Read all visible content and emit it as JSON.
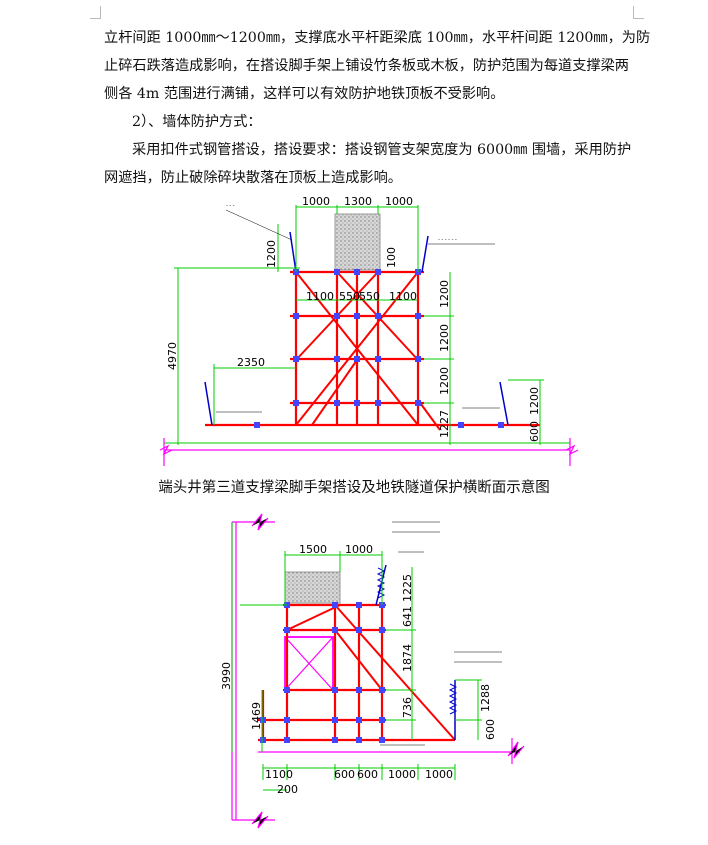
{
  "paragraphs": {
    "p1_line1": "立杆间距 1000㎜～1200㎜，支撑底水平杆距梁底 100㎜，水平杆间距 1200㎜，为防",
    "p1_line2": "止碎石跌落造成影响，在搭设脚手架上铺设竹条板或木板，防护范围为每道支撑梁两",
    "p1_line3": "侧各 4m 范围进行满铺，这样可以有效防护地铁顶板不受影响。",
    "heading2": "2）、墙体防护方式：",
    "p2_line1": "采用扣件式钢管搭设，搭设要求：搭设钢管支架宽度为 6000㎜ 围墙，采用防护",
    "p2_line2": "网遮挡，防止破除碎块散落在顶板上造成影响。"
  },
  "figure1": {
    "caption": "端头井第三道支撑梁脚手架搭设及地铁隧道保护横断面示意图",
    "dims": {
      "top": [
        "1000",
        "1300",
        "1000"
      ],
      "mid": [
        "1100",
        "550",
        "550",
        "1100"
      ],
      "left_h": "1200",
      "beam_gap": "100",
      "right_stack": [
        "1200",
        "1200",
        "1200",
        "1227"
      ],
      "total_height": "4970",
      "left_span": "2350",
      "right_low": [
        "1200",
        "600"
      ]
    }
  },
  "figure2": {
    "dims": {
      "top": [
        "1500",
        "1000"
      ],
      "right_stack": [
        "1225",
        "641",
        "1874",
        "736",
        "600"
      ],
      "right_low": "1288",
      "total_height": "3990",
      "left_low": "1469",
      "bottom": [
        "1100",
        "600",
        "600",
        "1000",
        "1000"
      ],
      "bottom_offset": "200"
    }
  }
}
